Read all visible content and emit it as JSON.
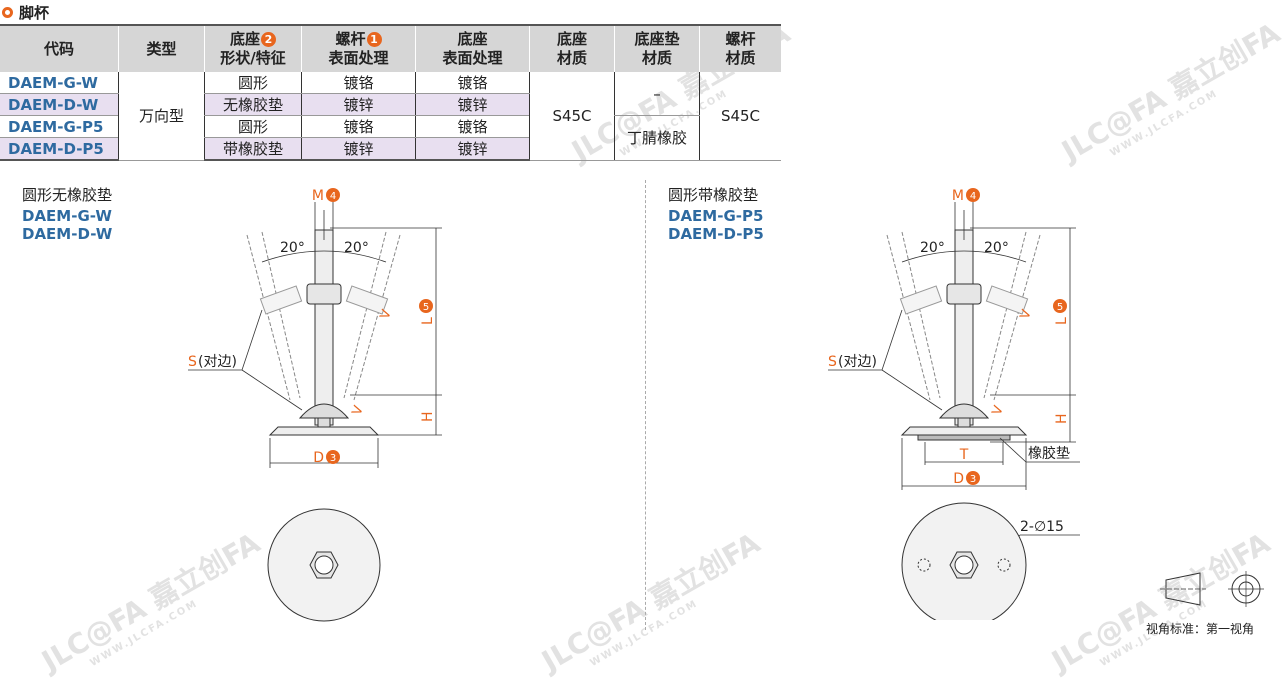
{
  "title": "脚杯",
  "watermark": {
    "logo": "JLC@FA 嘉立创FA",
    "url": "WWW.JLCFA.COM"
  },
  "table": {
    "headers": [
      {
        "text": "代码",
        "num": ""
      },
      {
        "text": "类型",
        "num": ""
      },
      {
        "text": "底座",
        "num": "2",
        "line2": "形状/特征"
      },
      {
        "text": "螺杆",
        "num": "1",
        "line2": "表面处理"
      },
      {
        "text": "底座",
        "num": "",
        "line2": "表面处理"
      },
      {
        "text": "底座",
        "num": "",
        "line2": "材质"
      },
      {
        "text": "底座垫",
        "num": "",
        "line2": "材质"
      },
      {
        "text": "螺杆",
        "num": "",
        "line2": "材质"
      }
    ],
    "rows": [
      {
        "code": "DAEM-G-W",
        "shape": "圆形",
        "screw_finish": "镀铬",
        "base_finish": "镀铬"
      },
      {
        "code": "DAEM-D-W",
        "shape": "无橡胶垫",
        "screw_finish": "镀锌",
        "base_finish": "镀锌"
      },
      {
        "code": "DAEM-G-P5",
        "shape": "圆形",
        "screw_finish": "镀铬",
        "base_finish": "镀铬"
      },
      {
        "code": "DAEM-D-P5",
        "shape": "带橡胶垫",
        "screw_finish": "镀锌",
        "base_finish": "镀锌"
      }
    ],
    "type": "万向型",
    "base_material": "S45C",
    "pad_material_none": "–",
    "pad_material": "丁腈橡胶",
    "screw_material": "S45C"
  },
  "left_diagram": {
    "title": "圆形无橡胶垫",
    "codes": [
      "DAEM-G-W",
      "DAEM-D-W"
    ],
    "labels": {
      "M": "M",
      "M_num": "4",
      "angle_left": "20°",
      "angle_right": "20°",
      "L": "L",
      "L_num": "5",
      "H": "H",
      "V1": "V",
      "V2": "V",
      "S": "S",
      "S_note": "(对边)",
      "D": "D",
      "D_num": "3"
    }
  },
  "right_diagram": {
    "title": "圆形带橡胶垫",
    "codes": [
      "DAEM-G-P5",
      "DAEM-D-P5"
    ],
    "labels": {
      "M": "M",
      "M_num": "4",
      "angle_left": "20°",
      "angle_right": "20°",
      "L": "L",
      "L_num": "5",
      "H": "H",
      "V1": "V",
      "V2": "V",
      "S": "S",
      "S_note": "(对边)",
      "T": "T",
      "D": "D",
      "D_num": "3",
      "pad": "橡胶垫",
      "holes": "2-∅15"
    }
  },
  "view_standard": "视角标准：第一视角",
  "colors": {
    "accent": "#e8661e",
    "code_blue": "#2e6aa0",
    "row_shade": "#e8dff0",
    "header_bg": "#d6d6d6"
  }
}
